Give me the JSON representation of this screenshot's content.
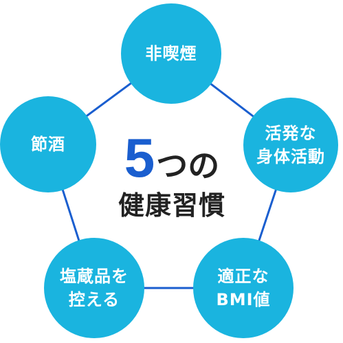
{
  "colors": {
    "node": "#1ab4df",
    "connector": "#1a5ecf",
    "number": "#1a5ecf",
    "center_text": "#222222"
  },
  "center": {
    "number": "5",
    "suffix": "つの",
    "subtitle": "健康習慣"
  },
  "nodes": {
    "top": {
      "lines": [
        "非喫煙"
      ]
    },
    "right": {
      "lines": [
        "活発な",
        "身体活動"
      ]
    },
    "bottom_right": {
      "lines": [
        "適正な",
        "BMI値"
      ]
    },
    "bottom_left": {
      "lines": [
        "塩蔵品を",
        "控える"
      ]
    },
    "left": {
      "lines": [
        "節酒"
      ]
    }
  }
}
